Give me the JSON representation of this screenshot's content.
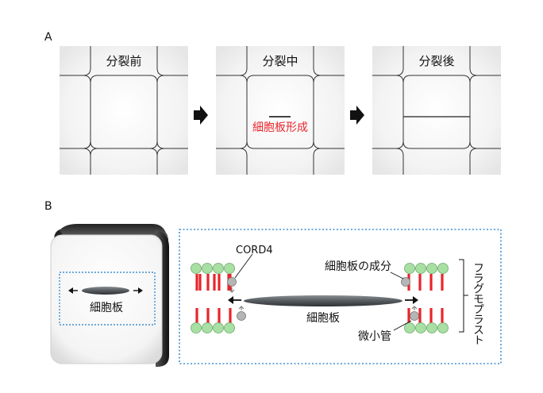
{
  "panel_a": {
    "letter": "A",
    "before_label": "分裂前",
    "during_label": "分裂中",
    "after_label": "分裂後",
    "cell_plate_formation_label": "細胞板形成"
  },
  "panel_b": {
    "letter": "B",
    "cell_plate_label": "細胞板",
    "cord4_label": "CORD4",
    "cell_plate_component_label": "細胞板の成分",
    "main_cell_plate_label": "細胞板",
    "microtubule_label": "微小管",
    "phragmoplast_label": "フラグモプラスト"
  },
  "colors": {
    "highlight_red": "#e8252b",
    "dotted_blue": "#3f8fd2",
    "bead_green": "#a8e0a4",
    "plate_gray": "#555a5e"
  }
}
